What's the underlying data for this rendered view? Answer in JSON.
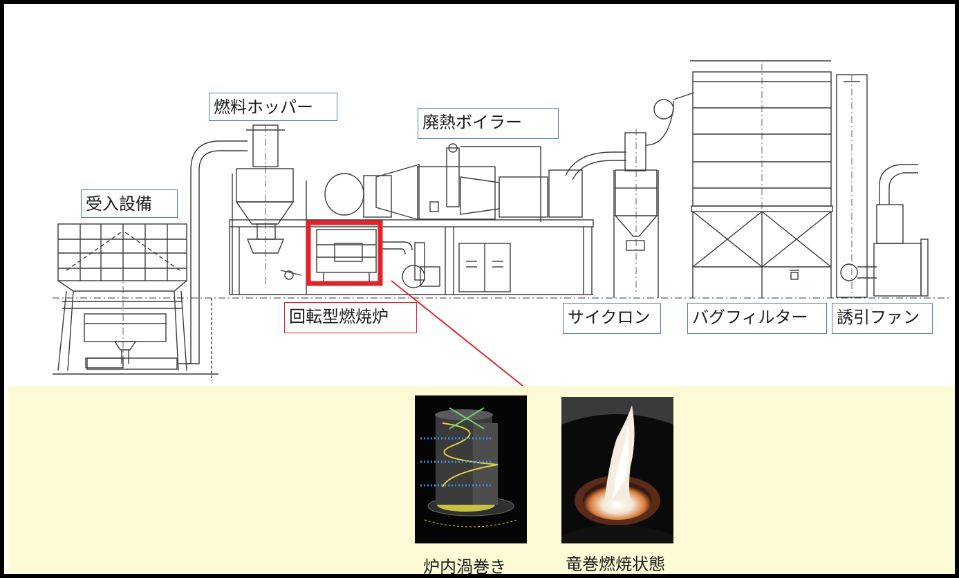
{
  "labels": {
    "intake": "受入設備",
    "fuel_hopper": "燃料ホッパー",
    "waste_heat_boiler": "廃熱ボイラー",
    "rotary_furnace": "回転型燃焼炉",
    "cyclone": "サイクロン",
    "bag_filter": "バグフィルター",
    "induced_fan": "誘引ファン"
  },
  "captions": {
    "vortex": "炉内渦巻き",
    "tornado": "竜巻燃焼状態"
  },
  "colors": {
    "label_border": "#4a78b8",
    "highlight": "#e0242b",
    "bottom_band": "#fdfbd5",
    "line": "#3a3a3a"
  }
}
